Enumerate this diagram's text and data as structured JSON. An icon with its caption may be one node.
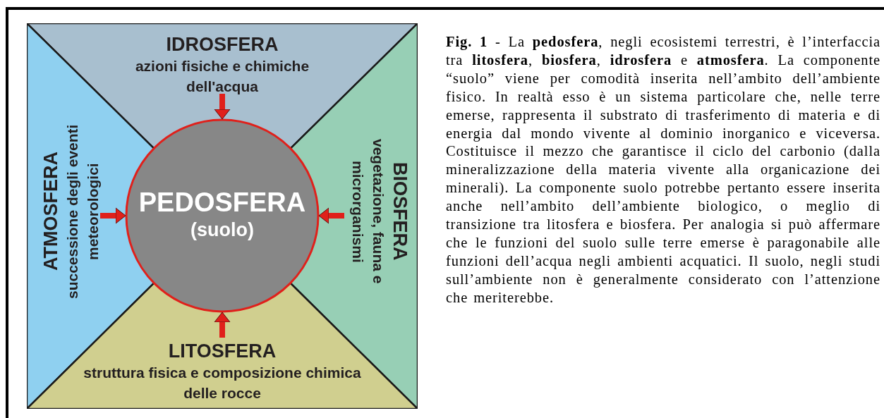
{
  "diagram": {
    "caption": "**Fig. 1** - La **pedosfera**, negli ecosistemi terrestri, è l’interfaccia tra **litosfera**, **biosfera**, **idrosfera** e **atmosfera**. La componente “suolo” viene per comodità inserita nell’ambito dell’ambiente fisico. In realtà esso è un sistema particolare che, nelle terre emerse, rappresenta il substrato di trasferimento di materia e di energia dal mondo vivente al dominio inorganico e viceversa. Costituisce il mezzo che garantisce il ciclo del carbonio (dalla mineralizzazione della materia vivente alla organicazione dei minerali). La componente suolo potrebbe pertanto essere inserita anche nell’ambito dell’ambiente biologico, o meglio di transizione tra litosfera e biosfera. Per analogia si può affermare che le funzioni del suolo sulle terre emerse è paragonabile alle funzioni dell’acqua negli ambienti acquatici. Il suolo, negli studi sull’ambiente non è generalmente considerato con l’attenzione che meriterebbe.",
    "nodes": [
      {
        "text": [
          "IDROSFERA",
          "azioni fisiche e chimiche dell'acqua"
        ]
      },
      {
        "text": [
          "ATMOSFERA",
          "successione degli eventi meteorologici"
        ]
      },
      {
        "text": [
          "PEDOSFERA",
          "(suolo)"
        ]
      },
      {
        "text": [
          "BIOSFERA",
          "vegetazione, fauna e microrganismi"
        ]
      },
      {
        "text": [
          "LITOSFERA",
          "struttura fisica e composizione chimica delle rocce"
        ]
      }
    ],
    "edges": [
      {
        "from": 0,
        "to": 2,
        "arrow": "to"
      },
      {
        "from": 1,
        "to": 2,
        "arrow": "to"
      },
      {
        "from": 3,
        "to": 2,
        "arrow": "to"
      },
      {
        "from": 4,
        "to": 2,
        "arrow": "to"
      }
    ]
  }
}
